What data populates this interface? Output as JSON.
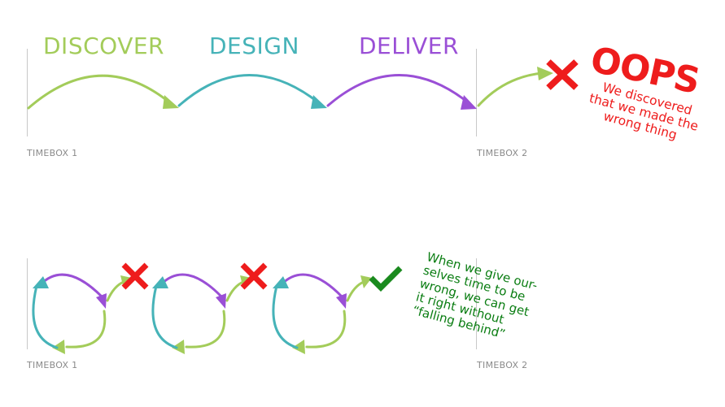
{
  "phases": {
    "discover": "DISCOVER",
    "design": "DESIGN",
    "deliver": "DELIVER"
  },
  "timeboxes": {
    "top_1": "TIMEBOX 1",
    "top_2": "TIMEBOX 2",
    "bottom_1": "TIMEBOX 1",
    "bottom_2": "TIMEBOX 2"
  },
  "oops": {
    "title": "OOPS",
    "note": "We discovered that we made the wrong thing"
  },
  "good_note": "When we give our-selves time to be wrong, we can get it right without “falling behind”",
  "colors": {
    "discover": "#a3cc5a",
    "design": "#46b3b8",
    "deliver": "#9a4fd6",
    "error": "#ee1c1c",
    "success": "#1a8a1e",
    "timebox_text": "#8a8a8a"
  },
  "icons": {
    "fail": "cross-icon",
    "pass": "check-icon"
  }
}
